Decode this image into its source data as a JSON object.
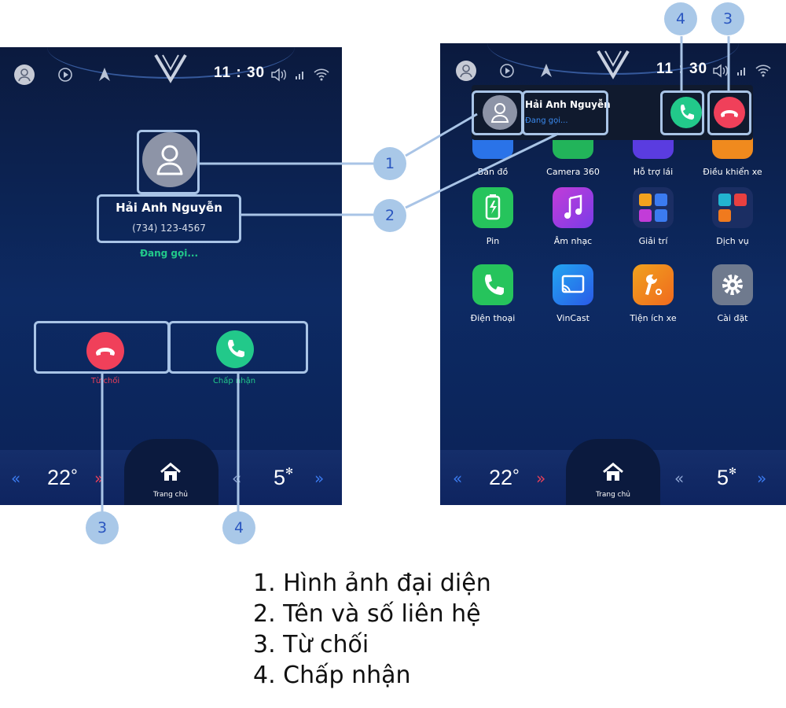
{
  "status_bar": {
    "time": "11 : 30"
  },
  "incoming_call": {
    "contact_name": "Hải Anh Nguyễn",
    "contact_number": "(734) 123-4567",
    "status": "Đang gọi...",
    "reject_label": "Từ chối",
    "accept_label": "Chấp nhận"
  },
  "notification": {
    "contact_name": "Hải Anh Nguyễn",
    "status": "Đang gọi..."
  },
  "bottom_bar": {
    "temperature": "22",
    "degree": "°",
    "fan_level": "5",
    "home_label": "Trang chủ"
  },
  "apps": [
    {
      "label": "Bản đồ"
    },
    {
      "label": "Camera 360"
    },
    {
      "label": "Hỗ trợ lái"
    },
    {
      "label": "Điều khiển xe"
    },
    {
      "label": "Pin"
    },
    {
      "label": "Âm nhạc"
    },
    {
      "label": "Giải trí"
    },
    {
      "label": "Dịch vụ"
    },
    {
      "label": "Điện thoại"
    },
    {
      "label": "VinCast"
    },
    {
      "label": "Tiện ích xe"
    },
    {
      "label": "Cài đặt"
    }
  ],
  "callouts": {
    "badge_1": "1",
    "badge_2": "2",
    "badge_3": "3",
    "badge_4": "4"
  },
  "legend": [
    "1. Hình ảnh đại diện",
    "2. Tên và số liên hệ",
    "3. Từ chối",
    "4. Chấp nhận"
  ],
  "colors": {
    "accept": "#22c98a",
    "reject": "#f0405a",
    "callout": "#a9c4e6",
    "background": "#0d2a63"
  }
}
